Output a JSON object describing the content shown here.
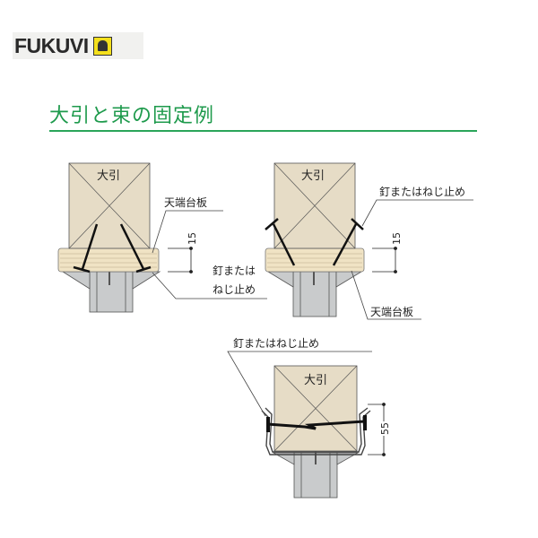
{
  "logo": {
    "text": "FUKUVI"
  },
  "title": "大引と束の固定例",
  "diagrams": [
    {
      "beam_label": "大引",
      "plate_label": "天端台板",
      "fastener_label_line1": "釘または",
      "fastener_label_line2": "ねじ止め",
      "dimension": "15"
    },
    {
      "beam_label": "大引",
      "plate_label": "天端台板",
      "fastener_label": "釘またはねじ止め",
      "dimension": "15"
    },
    {
      "beam_label": "大引",
      "fastener_label": "釘またはねじ止め",
      "dimension": "55"
    }
  ],
  "colors": {
    "title": "#1e9a4c",
    "beam": "#e6dcc6",
    "plate": "#f0e3c4",
    "post": "#c9cbcc"
  }
}
